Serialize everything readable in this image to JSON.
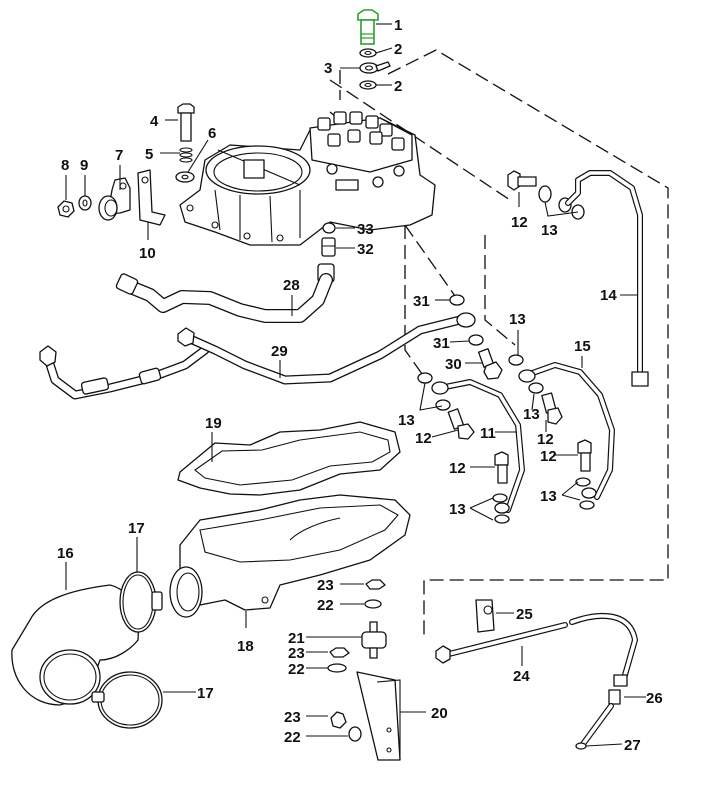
{
  "diagram": {
    "title": "Fuel distributor / intake assembly exploded parts diagram",
    "highlight_color": "#2aa02a",
    "line_color": "#111111",
    "callouts": [
      {
        "id": "c1",
        "label": "1",
        "part": "hollow bolt (highlighted)"
      },
      {
        "id": "c2a",
        "label": "2",
        "part": "seal washer"
      },
      {
        "id": "c3",
        "label": "3",
        "part": "banjo fitting"
      },
      {
        "id": "c2b",
        "label": "2",
        "part": "seal washer"
      },
      {
        "id": "c4",
        "label": "4",
        "part": "bolt"
      },
      {
        "id": "c5",
        "label": "5",
        "part": "spring"
      },
      {
        "id": "c6",
        "label": "6",
        "part": "washer"
      },
      {
        "id": "c7",
        "label": "7",
        "part": "clamp"
      },
      {
        "id": "c8",
        "label": "8",
        "part": "nut"
      },
      {
        "id": "c9",
        "label": "9",
        "part": "lock washer"
      },
      {
        "id": "c10",
        "label": "10",
        "part": "bracket"
      },
      {
        "id": "c33",
        "label": "33",
        "part": "seal ring"
      },
      {
        "id": "c32",
        "label": "32",
        "part": "union fitting"
      },
      {
        "id": "c12a",
        "label": "12",
        "part": "hollow bolt"
      },
      {
        "id": "c13a",
        "label": "13",
        "part": "seal rings"
      },
      {
        "id": "c14",
        "label": "14",
        "part": "fuel line"
      },
      {
        "id": "c28",
        "label": "28",
        "part": "fuel hose"
      },
      {
        "id": "c31a",
        "label": "31",
        "part": "seal ring"
      },
      {
        "id": "c29",
        "label": "29",
        "part": "fuel line with tee"
      },
      {
        "id": "c31b",
        "label": "31",
        "part": "seal ring"
      },
      {
        "id": "c30",
        "label": "30",
        "part": "hollow bolt"
      },
      {
        "id": "c13b",
        "label": "13",
        "part": "seal ring"
      },
      {
        "id": "c15",
        "label": "15",
        "part": "fuel line"
      },
      {
        "id": "c13c",
        "label": "13",
        "part": "seal rings"
      },
      {
        "id": "c12b",
        "label": "12",
        "part": "hollow bolt"
      },
      {
        "id": "c11",
        "label": "11",
        "part": "fuel line"
      },
      {
        "id": "c13d",
        "label": "13",
        "part": "seal ring"
      },
      {
        "id": "c12c",
        "label": "12",
        "part": "hollow bolt"
      },
      {
        "id": "c12d",
        "label": "12",
        "part": "hollow bolt"
      },
      {
        "id": "c12e",
        "label": "12",
        "part": "hollow bolt"
      },
      {
        "id": "c13e",
        "label": "13",
        "part": "seal rings"
      },
      {
        "id": "c13f",
        "label": "13",
        "part": "seal rings"
      },
      {
        "id": "c19",
        "label": "19",
        "part": "gasket"
      },
      {
        "id": "c16",
        "label": "16",
        "part": "elbow hose"
      },
      {
        "id": "c17a",
        "label": "17",
        "part": "hose clamp"
      },
      {
        "id": "c18",
        "label": "18",
        "part": "intake housing"
      },
      {
        "id": "c17b",
        "label": "17",
        "part": "hose clamp"
      },
      {
        "id": "c23a",
        "label": "23",
        "part": "nut"
      },
      {
        "id": "c22a",
        "label": "22",
        "part": "washer"
      },
      {
        "id": "c21",
        "label": "21",
        "part": "rubber mount"
      },
      {
        "id": "c23b",
        "label": "23",
        "part": "nut"
      },
      {
        "id": "c22b",
        "label": "22",
        "part": "washer"
      },
      {
        "id": "c20",
        "label": "20",
        "part": "support bracket"
      },
      {
        "id": "c23c",
        "label": "23",
        "part": "nut"
      },
      {
        "id": "c22c",
        "label": "22",
        "part": "washer"
      },
      {
        "id": "c25",
        "label": "25",
        "part": "clip"
      },
      {
        "id": "c24",
        "label": "24",
        "part": "line"
      },
      {
        "id": "c26",
        "label": "26",
        "part": "fitting"
      },
      {
        "id": "c27",
        "label": "27",
        "part": "sensor tip"
      }
    ]
  }
}
